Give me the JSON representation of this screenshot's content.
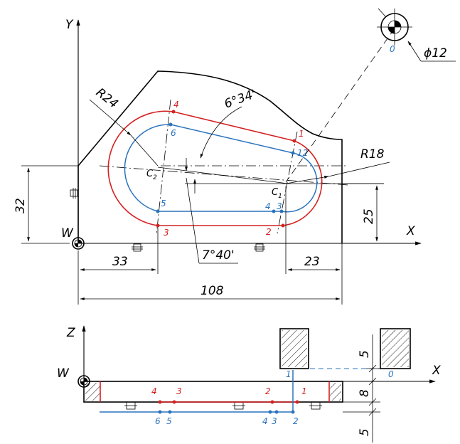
{
  "plan_view": {
    "axes": {
      "y": "Y",
      "x": "X",
      "origin": "W"
    },
    "dimensions": {
      "radius_large": "R24",
      "radius_small": "R18",
      "angle_top": "6°34'",
      "angle_bottom": "7°40'",
      "diameter": "ϕ12",
      "height_32": "32",
      "height_25": "25",
      "width_33": "33",
      "width_23": "23",
      "width_108": "108"
    },
    "centers": {
      "c1": "C",
      "c1_sub": "1",
      "c2": "C",
      "c2_sub": "2"
    },
    "red_points": [
      "1",
      "2",
      "3",
      "4"
    ],
    "blue_points": [
      "5",
      "6",
      "4",
      "3",
      "12"
    ],
    "tool_start": "0"
  },
  "side_view": {
    "axes": {
      "z": "Z",
      "x": "X",
      "origin": "W"
    },
    "dimensions": {
      "dim_5_top": "5",
      "dim_8": "8",
      "dim_5_bottom": "5"
    },
    "red_points": [
      "4",
      "3",
      "2",
      "1"
    ],
    "blue_points": [
      "6",
      "5",
      "4",
      "3",
      "2"
    ],
    "tool_points": {
      "p1": "1",
      "p0": "0"
    }
  },
  "colors": {
    "red_path": "#d42121",
    "blue_path": "#2a73bd",
    "lines": "#000000"
  }
}
